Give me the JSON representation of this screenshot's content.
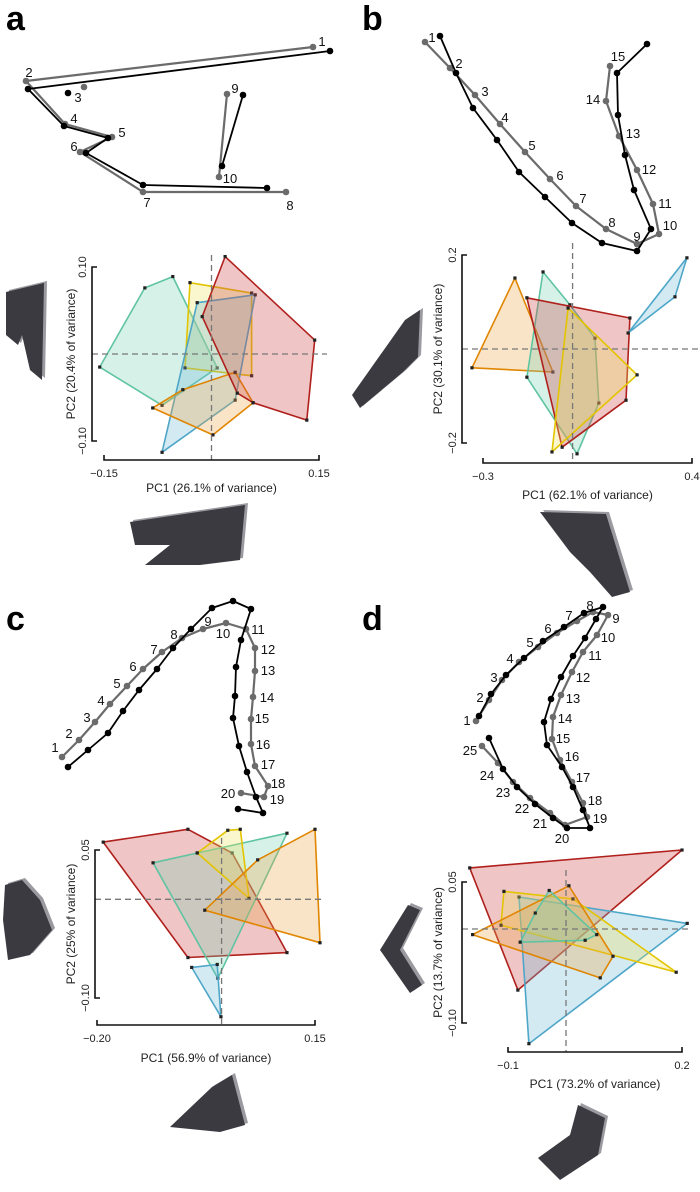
{
  "chart_data": [
    {
      "panel": "a",
      "type": "scatter",
      "xlabel": "PC1 (26.1% of variance)",
      "ylabel": "PC2 (20.4% of variance)",
      "xticks": [
        "−0.15",
        "0.15"
      ],
      "yticks": [
        "−0.10",
        "0.10"
      ],
      "xlim": [
        -0.15,
        0.15
      ],
      "ylim": [
        -0.1,
        0.1
      ],
      "landmark_labels": [
        "1",
        "2",
        "3",
        "4",
        "5",
        "6",
        "7",
        "8",
        "9",
        "10"
      ],
      "hulls": [
        {
          "group": "teal",
          "points": [
            [
              -0.093,
              0.076
            ],
            [
              -0.054,
              0.089
            ],
            [
              0.008,
              -0.016
            ],
            [
              -0.069,
              -0.059
            ],
            [
              -0.156,
              -0.015
            ]
          ]
        },
        {
          "group": "yellow",
          "points": [
            [
              -0.03,
              0.082
            ],
            [
              0.056,
              0.07
            ],
            [
              0.056,
              -0.025
            ],
            [
              -0.037,
              -0.016
            ]
          ]
        },
        {
          "group": "blue",
          "points": [
            [
              -0.02,
              0.059
            ],
            [
              0.061,
              0.068
            ],
            [
              0.033,
              -0.053
            ],
            [
              -0.069,
              -0.113
            ]
          ]
        },
        {
          "group": "orange",
          "points": [
            [
              -0.082,
              -0.062
            ],
            [
              -0.04,
              -0.041
            ],
            [
              0.033,
              -0.021
            ],
            [
              0.058,
              -0.056
            ],
            [
              0.002,
              -0.093
            ]
          ]
        },
        {
          "group": "red",
          "points": [
            [
              0.019,
              0.112
            ],
            [
              0.144,
              0.016
            ],
            [
              0.133,
              -0.076
            ],
            [
              0.058,
              -0.056
            ],
            [
              0.036,
              -0.045
            ],
            [
              -0.013,
              0.043
            ]
          ]
        }
      ]
    },
    {
      "panel": "b",
      "type": "scatter",
      "xlabel": "PC1 (62.1% of variance)",
      "ylabel": "PC2 (30.1% of variance)",
      "xticks": [
        "−0.3",
        "0.4"
      ],
      "yticks": [
        "−0.2",
        "0.2"
      ],
      "xlim": [
        -0.3,
        0.4
      ],
      "ylim": [
        -0.2,
        0.2
      ],
      "landmark_labels": [
        "1",
        "2",
        "3",
        "4",
        "5",
        "6",
        "7",
        "8",
        "9",
        "10",
        "11",
        "12",
        "13",
        "14",
        "15"
      ],
      "hulls": [
        {
          "group": "orange",
          "points": [
            [
              -0.193,
              0.151
            ],
            [
              -0.066,
              -0.049
            ],
            [
              -0.337,
              -0.04
            ]
          ]
        },
        {
          "group": "teal",
          "points": [
            [
              -0.099,
              0.164
            ],
            [
              -0.009,
              0.094
            ],
            [
              0.075,
              0.023
            ],
            [
              0.088,
              -0.115
            ],
            [
              0.015,
              -0.223
            ],
            [
              -0.153,
              -0.06
            ]
          ]
        },
        {
          "group": "red",
          "points": [
            [
              -0.153,
              0.109
            ],
            [
              0.192,
              0.066
            ],
            [
              0.179,
              -0.109
            ],
            [
              -0.035,
              -0.209
            ]
          ]
        },
        {
          "group": "yellow",
          "points": [
            [
              -0.015,
              0.087
            ],
            [
              0.216,
              -0.055
            ],
            [
              -0.069,
              -0.219
            ]
          ]
        },
        {
          "group": "blue",
          "points": [
            [
              0.383,
              0.194
            ],
            [
              0.343,
              0.111
            ],
            [
              0.186,
              0.034
            ]
          ]
        }
      ]
    },
    {
      "panel": "c",
      "type": "scatter",
      "xlabel": "PC1 (56.9% of variance)",
      "ylabel": "PC2 (25% of variance)",
      "xticks": [
        "−0.20",
        "0.15"
      ],
      "yticks": [
        "−0.10",
        "0.05"
      ],
      "xlim": [
        -0.2,
        0.15
      ],
      "ylim": [
        -0.1,
        0.05
      ],
      "landmark_labels": [
        "1",
        "2",
        "3",
        "4",
        "5",
        "6",
        "7",
        "8",
        "9",
        "10",
        "11",
        "12",
        "13",
        "14",
        "15",
        "16",
        "17",
        "18",
        "19",
        "20"
      ],
      "hulls": [
        {
          "group": "red",
          "points": [
            [
              -0.19,
              0.058
            ],
            [
              -0.054,
              0.071
            ],
            [
              0.017,
              0.047
            ],
            [
              0.105,
              -0.054
            ],
            [
              -0.054,
              -0.059
            ]
          ]
        },
        {
          "group": "teal",
          "points": [
            [
              -0.11,
              0.037
            ],
            [
              -0.039,
              0.047
            ],
            [
              0.105,
              0.067
            ],
            [
              -0.006,
              -0.08
            ]
          ]
        },
        {
          "group": "yellow",
          "points": [
            [
              -0.039,
              0.047
            ],
            [
              0.01,
              0.07
            ],
            [
              0.03,
              0.071
            ],
            [
              0.044,
              0.001
            ]
          ]
        },
        {
          "group": "orange",
          "points": [
            [
              0.15,
              0.071
            ],
            [
              0.158,
              -0.044
            ],
            [
              -0.027,
              -0.011
            ],
            [
              0.058,
              0.04
            ]
          ]
        },
        {
          "group": "blue",
          "points": [
            [
              -0.048,
              -0.069
            ],
            [
              -0.007,
              -0.066
            ],
            [
              -0.001,
              -0.119
            ]
          ]
        }
      ]
    },
    {
      "panel": "d",
      "type": "scatter",
      "xlabel": "PC1 (73.2% of variance)",
      "ylabel": "PC2 (13.7% of variance)",
      "xticks": [
        "−0.1",
        "0.2"
      ],
      "yticks": [
        "−0.10",
        "0.05"
      ],
      "xlim": [
        -0.1,
        0.2
      ],
      "ylim": [
        -0.1,
        0.05
      ],
      "landmark_labels": [
        "1",
        "2",
        "3",
        "4",
        "5",
        "6",
        "7",
        "8",
        "9",
        "10",
        "11",
        "12",
        "13",
        "14",
        "15",
        "16",
        "17",
        "18",
        "19",
        "20",
        "21",
        "22",
        "23",
        "24",
        "25"
      ],
      "hulls": [
        {
          "group": "red",
          "points": [
            [
              -0.166,
              0.065
            ],
            [
              0.2,
              0.084
            ],
            [
              -0.083,
              -0.065
            ]
          ]
        },
        {
          "group": "blue",
          "points": [
            [
              -0.081,
              0.034
            ],
            [
              0.209,
              0.006
            ],
            [
              -0.064,
              -0.122
            ]
          ]
        },
        {
          "group": "yellow",
          "points": [
            [
              -0.107,
              0.04
            ],
            [
              0.012,
              0.032
            ],
            [
              0.19,
              -0.046
            ],
            [
              -0.112,
              0.004
            ]
          ]
        },
        {
          "group": "orange",
          "points": [
            [
              0.005,
              0.046
            ],
            [
              0.081,
              -0.029
            ],
            [
              0.059,
              -0.052
            ],
            [
              -0.161,
              -0.006
            ]
          ]
        },
        {
          "group": "teal",
          "points": [
            [
              -0.029,
              0.041
            ],
            [
              0.053,
              -0.006
            ],
            [
              0.033,
              -0.012
            ],
            [
              -0.079,
              -0.014
            ],
            [
              -0.053,
              0.017
            ]
          ]
        }
      ]
    }
  ],
  "colors": {
    "teal": "#5fc4a2",
    "yellow": "#e3c400",
    "blue": "#4ea6c8",
    "orange": "#e08600",
    "red": "#b0201c",
    "landmark_gray": "#6b6b6b",
    "landmark_black": "#000000",
    "silhouette": "#3a3a40"
  }
}
